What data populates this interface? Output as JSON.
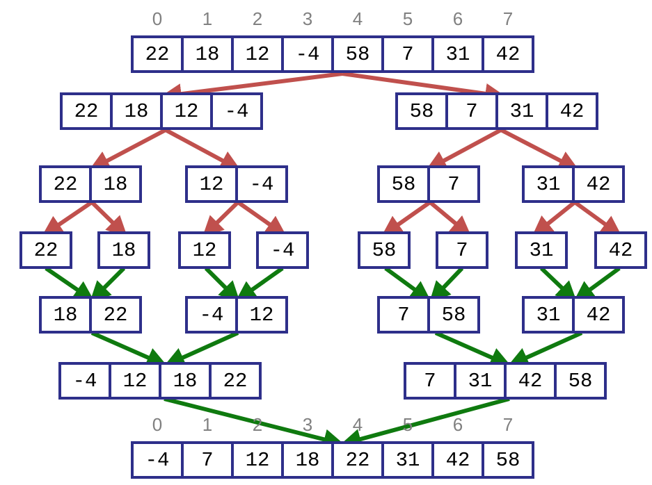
{
  "indices": [
    "0",
    "1",
    "2",
    "3",
    "4",
    "5",
    "6",
    "7"
  ],
  "colors": {
    "split": "#c0504d",
    "merge": "#0f7a0f",
    "border": "#2e2f8a",
    "index": "#808080"
  },
  "levels": {
    "input": [
      [
        "22",
        "18",
        "12",
        "-4",
        "58",
        "7",
        "31",
        "42"
      ]
    ],
    "split_halves": [
      [
        "22",
        "18",
        "12",
        "-4"
      ],
      [
        "58",
        "7",
        "31",
        "42"
      ]
    ],
    "split_quarters": [
      [
        "22",
        "18"
      ],
      [
        "12",
        "-4"
      ],
      [
        "58",
        "7"
      ],
      [
        "31",
        "42"
      ]
    ],
    "singles": [
      [
        "22"
      ],
      [
        "18"
      ],
      [
        "12"
      ],
      [
        "-4"
      ],
      [
        "58"
      ],
      [
        "7"
      ],
      [
        "31"
      ],
      [
        "42"
      ]
    ],
    "merged_pairs": [
      [
        "18",
        "22"
      ],
      [
        "-4",
        "12"
      ],
      [
        "7",
        "58"
      ],
      [
        "31",
        "42"
      ]
    ],
    "merged_halves": [
      [
        "-4",
        "12",
        "18",
        "22"
      ],
      [
        "7",
        "31",
        "42",
        "58"
      ]
    ],
    "output": [
      [
        "-4",
        "7",
        "12",
        "18",
        "22",
        "31",
        "42",
        "58"
      ]
    ]
  }
}
